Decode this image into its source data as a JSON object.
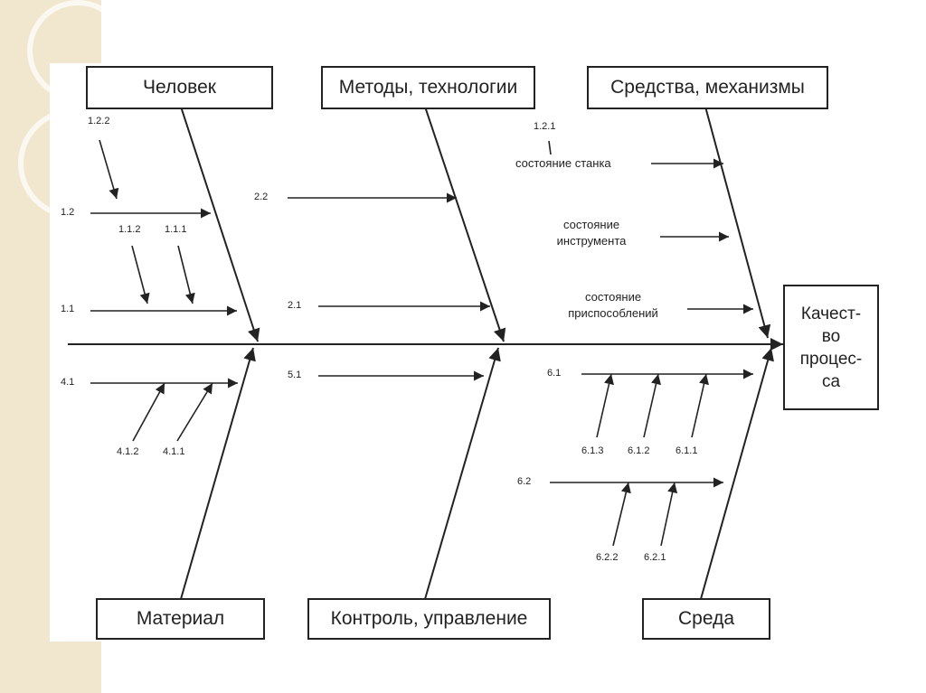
{
  "categories": {
    "person": "Человек",
    "methods": "Методы, технологии",
    "tools": "Средства, механизмы",
    "material": "Материал",
    "control": "Контроль, управление",
    "environment": "Среда"
  },
  "result": [
    "Качест-",
    "во",
    "процес-",
    "са"
  ],
  "labels": {
    "l122": "1.2.2",
    "l12": "1.2",
    "l112": "1.1.2",
    "l111": "1.1.1",
    "l11": "1.1",
    "l22": "2.2",
    "l21": "2.1",
    "l121": "1.2.1",
    "l41": "4.1",
    "l412": "4.1.2",
    "l411": "4.1.1",
    "l51": "5.1",
    "l61": "6.1",
    "l613": "6.1.3",
    "l612": "6.1.2",
    "l611": "6.1.1",
    "l62": "6.2",
    "l622": "6.2.2",
    "l621": "6.2.1"
  },
  "texts": {
    "machine_state": "состояние станка",
    "tool_state_1": "состояние",
    "tool_state_2": "инструмента",
    "fixture_state_1": "состояние",
    "fixture_state_2": "приспособлений"
  }
}
